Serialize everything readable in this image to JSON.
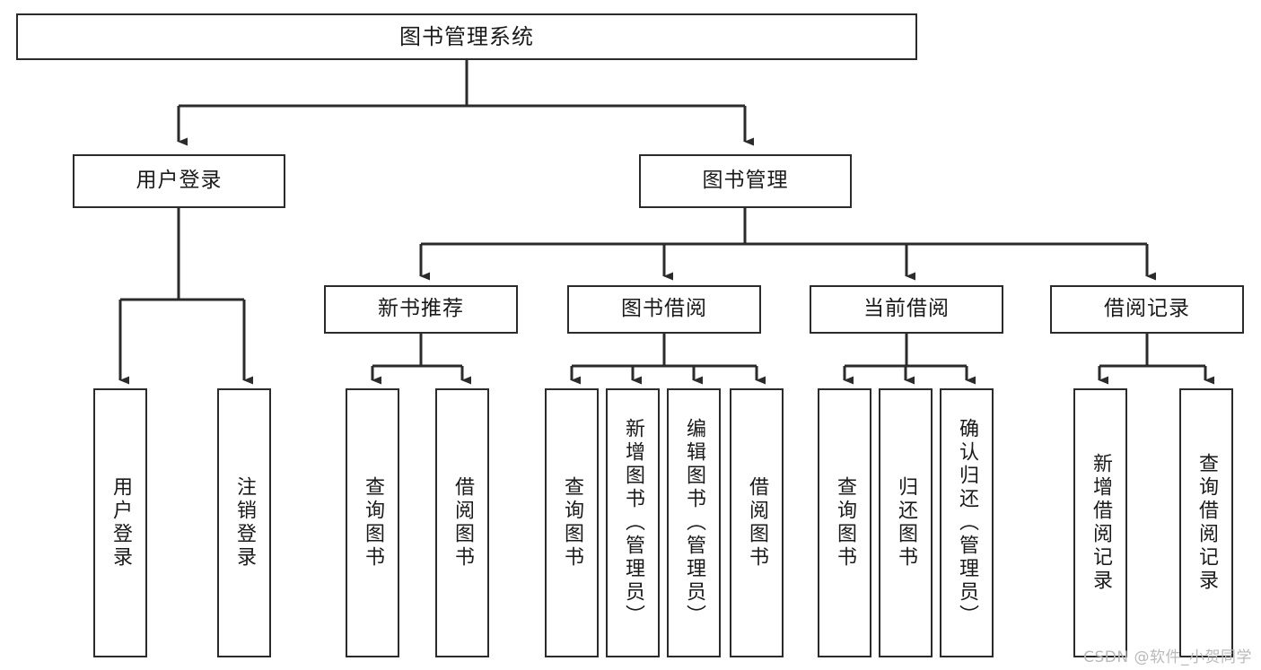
{
  "diagram": {
    "title": "图书管理系统",
    "type": "tree-hierarchy",
    "watermark": "CSDN @软件_小贺同学",
    "colors": {
      "stroke": "#2b2b2b",
      "fill": "#ffffff",
      "text": "#1a1a1a",
      "watermark": "#b9b9b9"
    },
    "nodes": {
      "root": {
        "label": "图书管理系统"
      },
      "level1": [
        {
          "label": "用户登录"
        },
        {
          "label": "图书管理"
        }
      ],
      "level2": [
        {
          "label": "新书推荐"
        },
        {
          "label": "图书借阅"
        },
        {
          "label": "当前借阅"
        },
        {
          "label": "借阅记录"
        }
      ],
      "leaves_login": [
        {
          "label": "用户登录"
        },
        {
          "label": "注销登录"
        }
      ],
      "leaves_newbook": [
        {
          "label": "查询图书"
        },
        {
          "label": "借阅图书"
        }
      ],
      "leaves_borrow": [
        {
          "label": "查询图书"
        },
        {
          "label": "新增图书（管理员）"
        },
        {
          "label": "编辑图书（管理员）"
        },
        {
          "label": "借阅图书"
        }
      ],
      "leaves_current": [
        {
          "label": "查询图书"
        },
        {
          "label": "归还图书"
        },
        {
          "label": "确认归还（管理员）"
        }
      ],
      "leaves_record": [
        {
          "label": "新增借阅记录"
        },
        {
          "label": "查询借阅记录"
        }
      ]
    }
  }
}
